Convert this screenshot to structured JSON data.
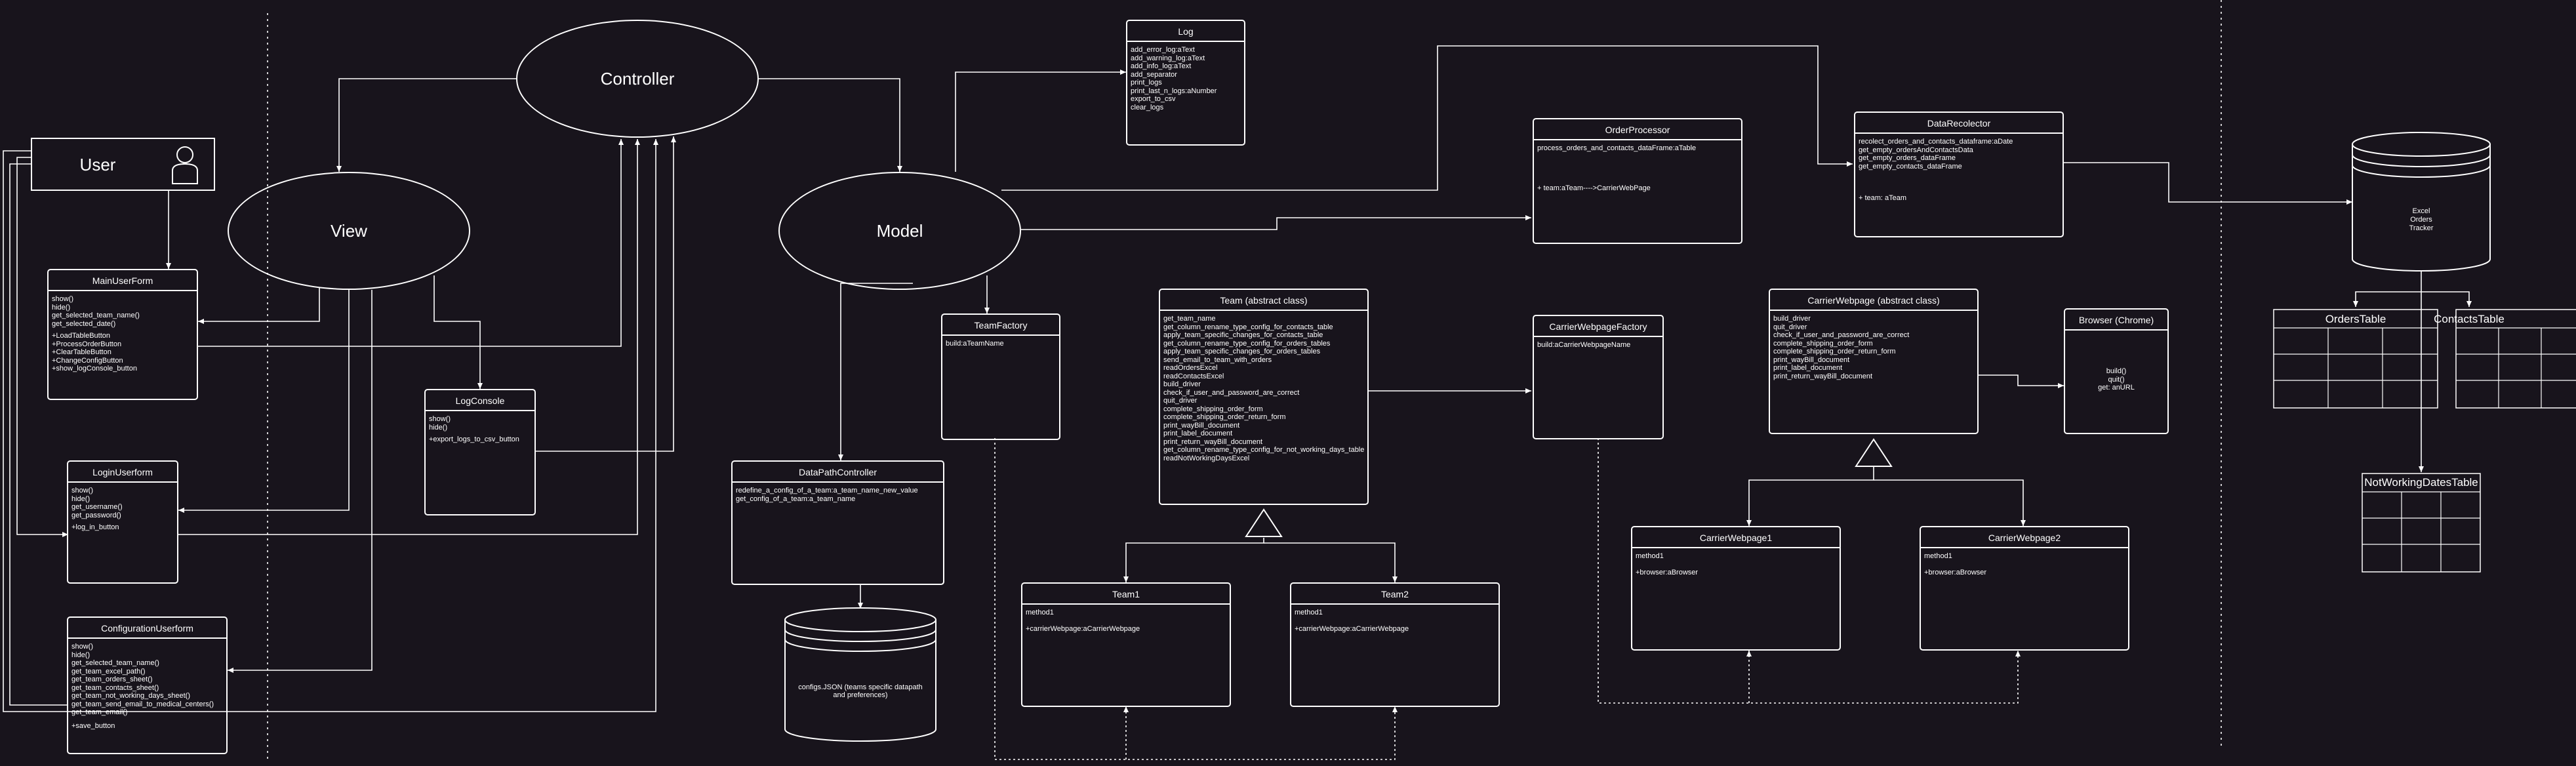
{
  "user": {
    "label": "User"
  },
  "controller": {
    "label": "Controller"
  },
  "view": {
    "label": "View"
  },
  "model": {
    "label": "Model"
  },
  "main_user_form": {
    "title": "MainUserForm",
    "methods": [
      "show()",
      "hide()",
      "get_selected_team_name()",
      "get_selected_date()"
    ],
    "buttons": [
      "+LoadTableButton",
      "+ProcessOrderButton",
      "+ClearTableButton",
      "+ChangeConfigButton",
      "+show_logConsole_button"
    ]
  },
  "login_user_form": {
    "title": "LoginUserform",
    "methods": [
      "show()",
      "hide()",
      "get_username()",
      "get_password()"
    ],
    "buttons": [
      "+log_in_button"
    ]
  },
  "configuration_user_form": {
    "title": "ConfigurationUserform",
    "methods": [
      "show()",
      "hide()",
      "get_selected_team_name()",
      "get_team_excel_path()",
      "get_team_orders_sheet()",
      "get_team_contacts_sheet()",
      "get_team_not_working_days_sheet()",
      "get_team_send_email_to_medical_centers()",
      "get_team_email()"
    ],
    "buttons": [
      "+save_button"
    ]
  },
  "log_console": {
    "title": "LogConsole",
    "methods": [
      "show()",
      "hide()"
    ],
    "buttons": [
      "+export_logs_to_csv_button"
    ]
  },
  "log": {
    "title": "Log",
    "methods": [
      "add_error_log:aText",
      "add_warning_log:aText",
      "add_info_log:aText",
      "add_separator",
      "print_logs",
      "print_last_n_logs:aNumber",
      "export_to_csv",
      "clear_logs"
    ]
  },
  "team_factory": {
    "title": "TeamFactory",
    "methods": [
      "build:aTeamName"
    ]
  },
  "data_path_controller": {
    "title": "DataPathController",
    "methods": [
      "redefine_a_config_of_a_team:a_team_name_new_value",
      "get_config_of_a_team:a_team_name"
    ]
  },
  "configs_db": {
    "label": "configs.JSON (teams specific datapath and preferences)"
  },
  "team": {
    "title": "Team (abstract class)",
    "methods": [
      "get_team_name",
      "get_column_rename_type_config_for_contacts_table",
      "apply_team_specific_changes_for_contacts_table",
      "get_column_rename_type_config_for_orders_tables",
      "apply_team_specific_changes_for_orders_tables",
      "send_email_to_team_with_orders",
      "readOrdersExcel",
      "readContactsExcel",
      "build_driver",
      "check_if_user_and_password_are_correct",
      "quit_driver",
      "complete_shipping_order_form",
      "complete_shipping_order_return_form",
      "print_wayBill_document",
      "print_label_document",
      "print_return_wayBill_document",
      "get_column_rename_type_config_for_not_working_days_table",
      "readNotWorkingDaysExcel"
    ]
  },
  "team1": {
    "title": "Team1",
    "methods": [
      "method1"
    ],
    "attrs": [
      "+carrierWebpage:aCarrierWebpage"
    ]
  },
  "team2": {
    "title": "Team2",
    "methods": [
      "method1"
    ],
    "attrs": [
      "+carrierWebpage:aCarrierWebpage"
    ]
  },
  "order_processor": {
    "title": "OrderProcessor",
    "methods": [
      "process_orders_and_contacts_dataFrame:aTable"
    ],
    "attrs": [
      "+ team:aTeam---->CarrierWebPage"
    ]
  },
  "data_recolector": {
    "title": "DataRecolector",
    "methods": [
      "recolect_orders_and_contacts_dataframe:aDate",
      "get_empty_ordersAndContactsData",
      "get_empty_orders_dataFrame",
      "get_empty_contacts_dataFrame"
    ],
    "attrs": [
      "+ team: aTeam"
    ]
  },
  "carrier_webpage_factory": {
    "title": "CarrierWebpageFactory",
    "methods": [
      "build:aCarrierWebpageName"
    ]
  },
  "carrier_webpage": {
    "title": "CarrierWebpage (abstract class)",
    "methods": [
      "build_driver",
      "quit_driver",
      "check_if_user_and_password_are_correct",
      "complete_shipping_order_form",
      "complete_shipping_order_return_form",
      "print_wayBill_document",
      "print_label_document",
      "print_return_wayBill_document"
    ]
  },
  "carrier_webpage1": {
    "title": "CarrierWebpage1",
    "methods": [
      "method1"
    ],
    "attrs": [
      "+browser:aBrowser"
    ]
  },
  "carrier_webpage2": {
    "title": "CarrierWebpage2",
    "methods": [
      "method1"
    ],
    "attrs": [
      "+browser:aBrowser"
    ]
  },
  "browser": {
    "title": "Browser (Chrome)",
    "methods": [
      "build()",
      "quit()",
      "get: anURL"
    ]
  },
  "excel_db": {
    "lines": [
      "Excel",
      "Orders",
      "Tracker"
    ]
  },
  "tables": {
    "orders": "OrdersTable",
    "contacts": "ContactsTable",
    "not_working": "NotWorkingDatesTable"
  }
}
